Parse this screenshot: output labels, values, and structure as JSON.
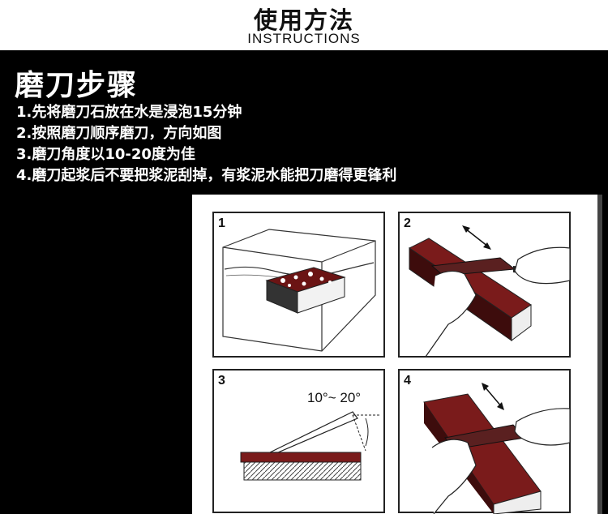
{
  "header": {
    "title": "使用方法",
    "subtitle": "INSTRUCTIONS"
  },
  "section": {
    "title": "磨刀步骤"
  },
  "steps": [
    "1.先将磨刀石放在水是浸泡15分钟",
    "2.按照磨刀顺序磨刀，方向如图",
    "3.磨刀角度以10-20度为佳",
    "4.磨刀起浆后不要把浆泥刮掉，有浆泥水能把刀磨得更锋利"
  ],
  "diagrams": [
    {
      "number": "1"
    },
    {
      "number": "2"
    },
    {
      "number": "3",
      "angle_label": "10°~ 20°"
    },
    {
      "number": "4"
    }
  ],
  "colors": {
    "background": "#000000",
    "header_background": "#ffffff",
    "stone_top": "#7a1b1b",
    "stone_side": "#3d0c0c"
  }
}
